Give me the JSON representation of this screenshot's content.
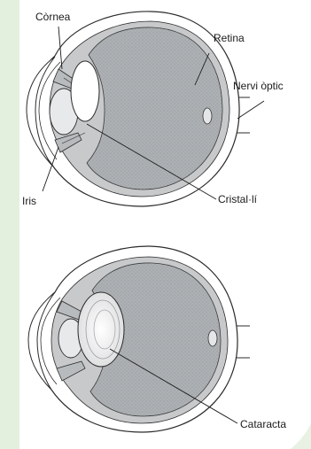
{
  "labels": {
    "cornea": "Còrnea",
    "retina": "Retina",
    "optic_nerve": "Nervi òptic",
    "iris": "Iris",
    "lens": "Cristal·lí",
    "cataract": "Cataracta"
  },
  "colors": {
    "page_background": "#e4f0de",
    "panel_background": "#ffffff",
    "sclera": "#ffffff",
    "choroid_fill": "#c7c9cb",
    "vitreous_fill": "#a6a9ac",
    "outline": "#2b2b2b",
    "lens_fill": "#ffffff",
    "cataract_fill": "#e6e7e8"
  }
}
